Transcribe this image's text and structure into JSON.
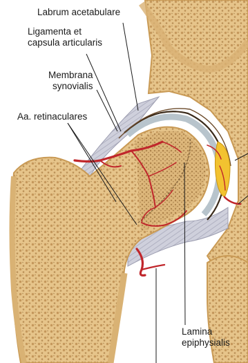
{
  "labels": {
    "labrum": "Labrum acetabulare",
    "ligamenta_line1": "Ligamenta et",
    "ligamenta_line2": "capsula articularis",
    "membrana_line1": "Membrana",
    "membrana_line2": "synovialis",
    "retinaculares": "Aa. retinaculares",
    "lamina_line1": "Lamina",
    "lamina_line2": "epiphysialis"
  },
  "colors": {
    "bone": "#e8c98e",
    "bone_dark": "#c99a55",
    "cortex": "#d9b274",
    "capsule": "#c9c9d6",
    "cartilage": "#b8c4cc",
    "artery": "#c0262b",
    "fat": "#f2c230",
    "leader": "#1a1a1a"
  }
}
